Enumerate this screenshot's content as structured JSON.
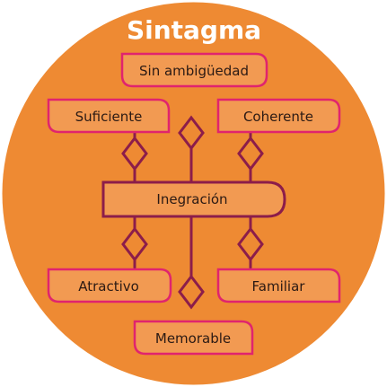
{
  "title": "Sintagma",
  "nodes": {
    "top": "Sin ambigüedad",
    "left_upper": "Suficiente",
    "right_upper": "Coherente",
    "center": "Inegración",
    "left_lower": "Atractivo",
    "right_lower": "Familiar",
    "bottom": "Memorable"
  },
  "colors": {
    "background": "#ffffff",
    "circle": "#EE8A33",
    "title_text": "#ffffff",
    "magenta_border": "#E0246E",
    "maroon_line": "#8C1D4A",
    "box_fill": "#F29A52",
    "node_text": "#2b1a14"
  }
}
